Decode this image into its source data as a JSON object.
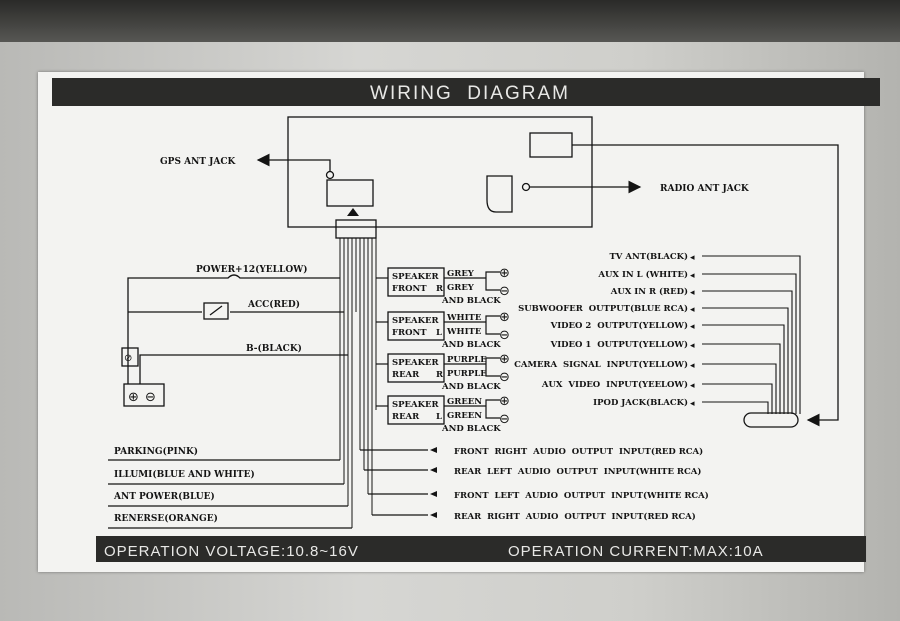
{
  "title": "WIRING  DIAGRAM",
  "footer": {
    "voltage": "OPERATION VOLTAGE:10.8~16V",
    "current": "OPERATION CURRENT:MAX:10A"
  },
  "antennas": {
    "gps": "GPS ANT JACK",
    "radio": "RADIO ANT JACK"
  },
  "power": {
    "power_line": "POWER+12(YELLOW)",
    "acc": "ACC(RED)",
    "ground": "B-(BLACK)"
  },
  "left_wires": [
    "PARKING(PINK)",
    "ILLUMI(BLUE AND WHITE)",
    "ANT POWER(BLUE)",
    "RENERSE(ORANGE)"
  ],
  "speakers": [
    {
      "line1": "SPEAKER",
      "line2": "FRONT",
      "side": "R",
      "plus": "GREY",
      "minus": "GREY",
      "minus2": "AND BLACK"
    },
    {
      "line1": "SPEAKER",
      "line2": "FRONT",
      "side": "L",
      "plus": "WHITE",
      "minus": "WHITE",
      "minus2": "AND BLACK"
    },
    {
      "line1": "SPEAKER",
      "line2": "REAR",
      "side": "R",
      "plus": "PURPLE",
      "minus": "PURPLE",
      "minus2": "AND BLACK"
    },
    {
      "line1": "SPEAKER",
      "line2": "REAR",
      "side": "L",
      "plus": "GREEN",
      "minus": "GREEN",
      "minus2": "AND BLACK"
    }
  ],
  "audio_outputs": [
    "FRONT  RIGHT  AUDIO  OUTPUT  INPUT(RED RCA)",
    "REAR  LEFT  AUDIO  OUTPUT  INPUT(WHITE RCA)",
    "FRONT  LEFT  AUDIO  OUTPUT  INPUT(WHITE RCA)",
    "REAR  RIGHT  AUDIO  OUTPUT  INPUT(RED RCA)"
  ],
  "right_inputs": [
    "TV ANT(BLACK)",
    "AUX IN L (WHITE)",
    "AUX IN R (RED)",
    "SUBWOOFER  OUTPUT(BLUE RCA)",
    "VIDEO 2  OUTPUT(YELLOW)",
    "VIDEO 1  OUTPUT(YELLOW)",
    "CAMERA  SIGNAL  INPUT(YELLOW)",
    "AUX  VIDEO  INPUT(YEELOW)",
    "IPOD JACK(BLACK)"
  ],
  "colors": {
    "band": "#2b2b29",
    "band_text": "#e8e8e6",
    "ink": "#141414",
    "label_bg": "#f3f3f1"
  }
}
